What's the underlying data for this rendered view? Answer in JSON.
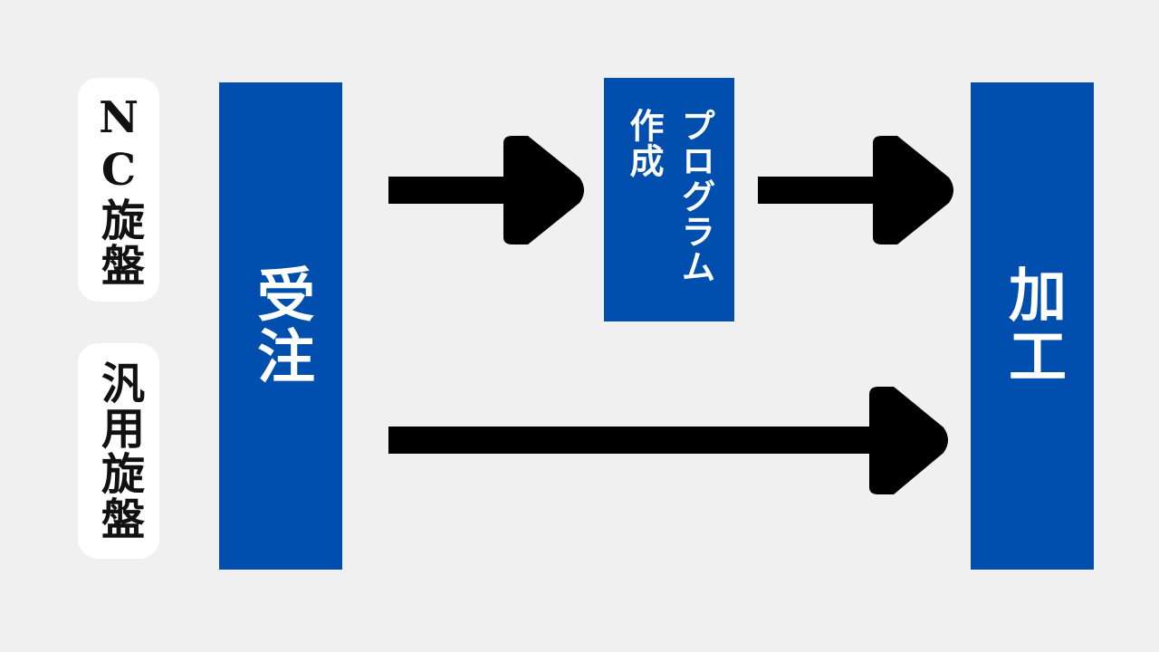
{
  "labels": {
    "nc_lathe": "NC旋盤",
    "general_lathe": "汎用旋盤"
  },
  "stages": {
    "order": "受注",
    "program_line1": "プログラム",
    "program_line2": "作成",
    "machining": "加工"
  },
  "colors": {
    "background": "#f0f0f0",
    "stage_fill": "#004ead",
    "stage_text": "#ffffff",
    "label_pill": "#ffffff",
    "label_text": "#111111",
    "arrow": "#000000"
  },
  "arrows": [
    {
      "from": "order",
      "to": "program"
    },
    {
      "from": "program",
      "to": "machining"
    },
    {
      "from": "order",
      "to": "machining"
    }
  ]
}
